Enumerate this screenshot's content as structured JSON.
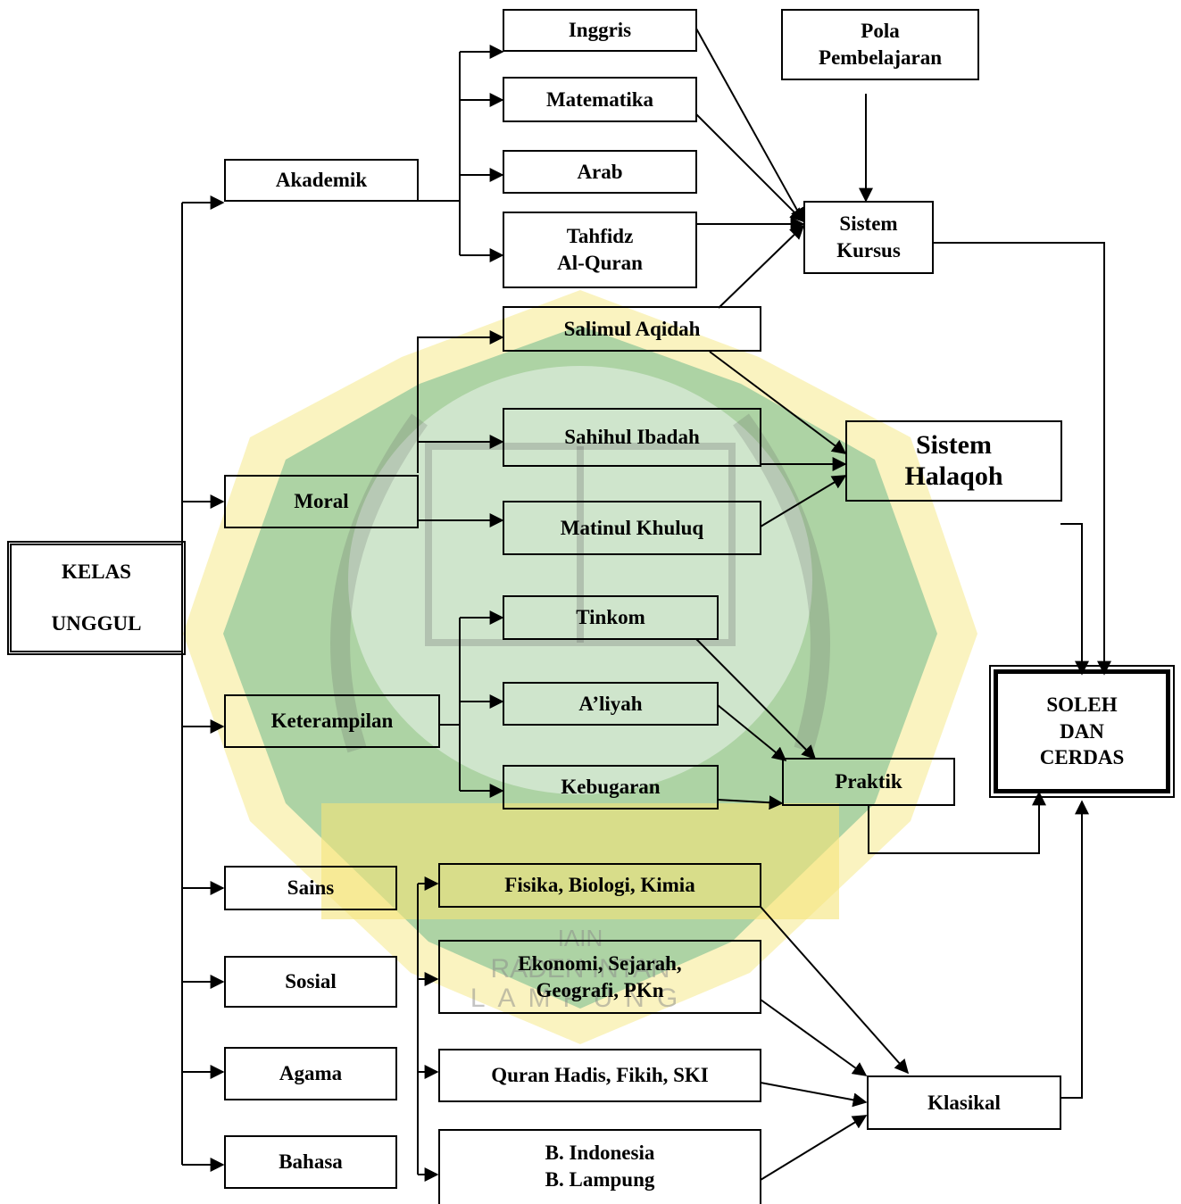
{
  "watermark": {
    "caption_line1": "IAIN",
    "caption_line2": "RADEN INTAN",
    "caption_line3": "LAMPUNG",
    "colors": {
      "gold": "#f0d84a",
      "green": "#2f9a63",
      "light_green": "#d6ecd9",
      "outline": "#3d3d3d"
    }
  },
  "root": {
    "lines": [
      "KELAS",
      "UNGGUL"
    ]
  },
  "categories": {
    "akademik": "Akademik",
    "moral": "Moral",
    "keterampilan": "Keterampilan",
    "sains": "Sains",
    "sosial": "Sosial",
    "agama": "Agama",
    "bahasa": "Bahasa"
  },
  "subjects": {
    "inggris": "Inggris",
    "matematika": "Matematika",
    "arab": "Arab",
    "tahfidz": [
      "Tahfidz",
      "Al-Quran"
    ],
    "salimul": "Salimul Aqidah",
    "sahihul": "Sahihul Ibadah",
    "matinul": "Matinul Khuluq",
    "tinkom": "Tinkom",
    "aliyah": "A’liyah",
    "kebugaran": "Kebugaran",
    "fisika": "Fisika, Biologi, Kimia",
    "ekonomi": [
      "Ekonomi, Sejarah,",
      "Geografi, PKn"
    ],
    "quran": "Quran Hadis, Fikih, SKI",
    "indonesia": [
      "B. Indonesia",
      "B. Lampung"
    ]
  },
  "methods": {
    "pola": [
      "Pola",
      "Pembelajaran"
    ],
    "kursus": [
      "Sistem",
      "Kursus"
    ],
    "halaqoh": [
      "Sistem",
      "Halaqoh"
    ],
    "praktik": "Praktik",
    "klasikal": "Klasikal"
  },
  "outcome": {
    "lines": [
      "SOLEH",
      "DAN",
      "CERDAS"
    ]
  }
}
